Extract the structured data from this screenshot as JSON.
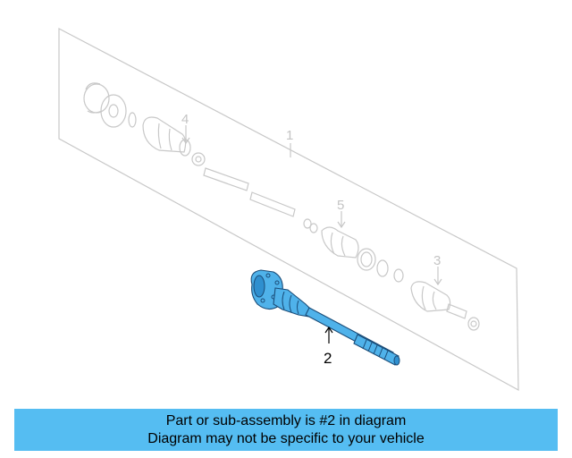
{
  "diagram": {
    "callouts": {
      "assembly": "1",
      "highlighted": "2",
      "outer_joint": "3",
      "inner_joint": "4",
      "boot_kit": "5"
    },
    "highlight_color": "#4fb2ea"
  },
  "banner": {
    "line1": "Part or sub-assembly is #2 in diagram",
    "line2": "Diagram may not be specific to your vehicle",
    "background": "#55bdf2"
  }
}
